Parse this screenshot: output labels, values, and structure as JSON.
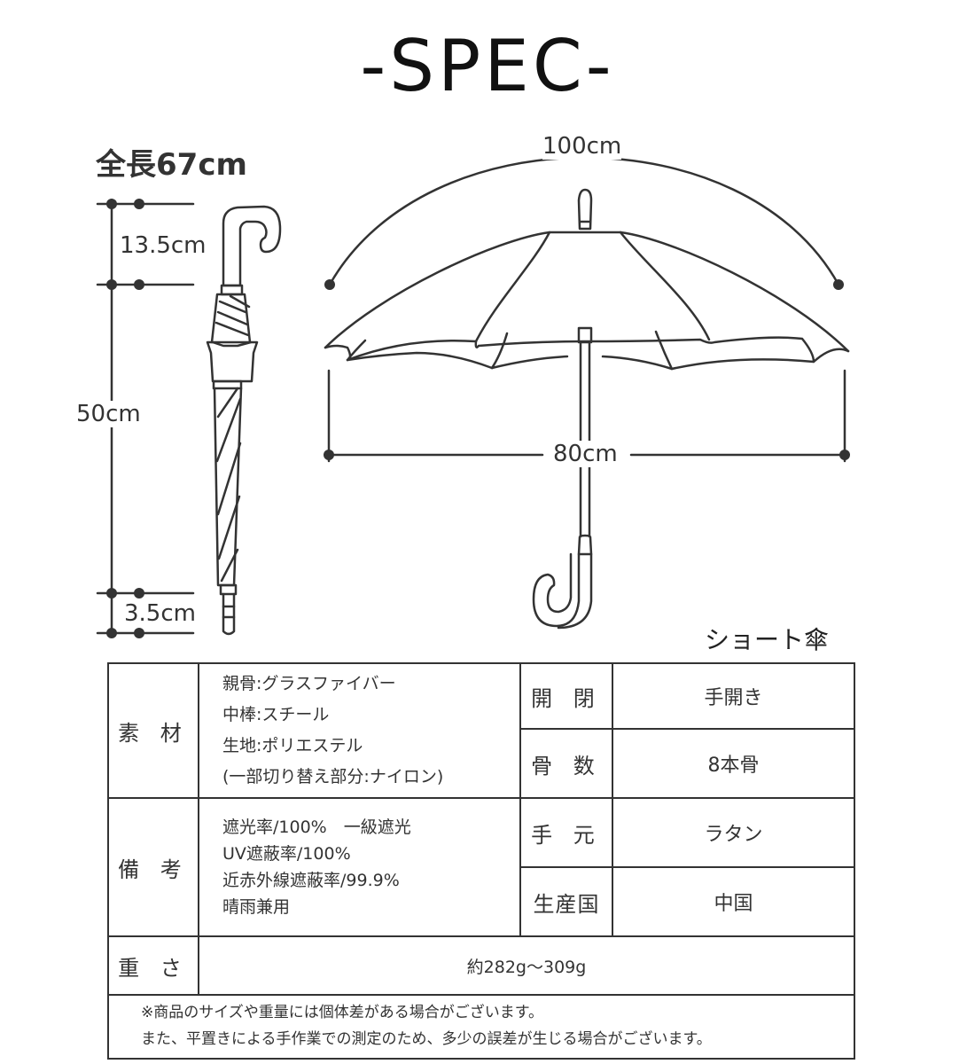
{
  "title": "-SPEC-",
  "total_length": "全長67cm",
  "dimensions": {
    "handle": "13.5cm",
    "shaft": "50cm",
    "tip": "3.5cm",
    "arc": "100cm",
    "span": "80cm"
  },
  "model_name": "ショート傘",
  "spec": {
    "material": {
      "label": "素 材",
      "lines": [
        "親骨:グラスファイバー",
        "中棒:スチール",
        "生地:ポリエステル",
        "(一部切り替え部分:ナイロン)"
      ]
    },
    "remarks": {
      "label": "備 考",
      "lines": [
        "遮光率/100%　一級遮光",
        "UV遮蔽率/100%",
        "近赤外線遮蔽率/99.9%",
        "晴雨兼用"
      ]
    },
    "opening": {
      "label": "開 閉",
      "value": "手開き"
    },
    "ribs": {
      "label": "骨 数",
      "value": "8本骨"
    },
    "handle": {
      "label": "手 元",
      "value": "ラタン"
    },
    "origin": {
      "label": "生産国",
      "value": "中国"
    },
    "weight": {
      "label": "重 さ",
      "value": "約282g〜309g"
    },
    "notes": [
      "※商品のサイズや重量には個体差がある場合がございます。",
      "また、平置きによる手作業での測定のため、多少の誤差が生じる場合がございます。"
    ]
  },
  "colors": {
    "line": "#333333",
    "background": "#ffffff"
  }
}
